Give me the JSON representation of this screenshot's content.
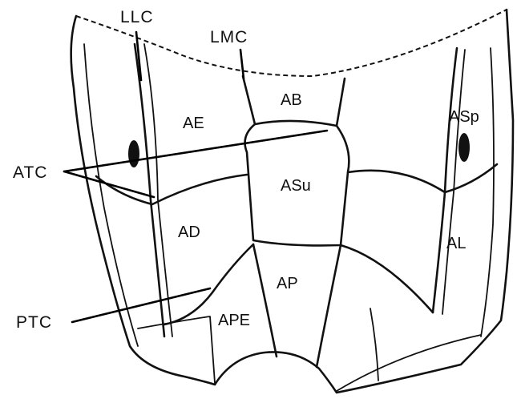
{
  "diagram": {
    "scutes": {
      "ae": "AE",
      "ab": "AB",
      "asp": "ASp",
      "asu": "ASu",
      "ad": "AD",
      "al": "AL",
      "ap": "AP",
      "ape": "APE"
    },
    "pointers": {
      "llc": "LLC",
      "lmc": "LMC",
      "atc": "ATC",
      "ptc": "PTC"
    }
  }
}
